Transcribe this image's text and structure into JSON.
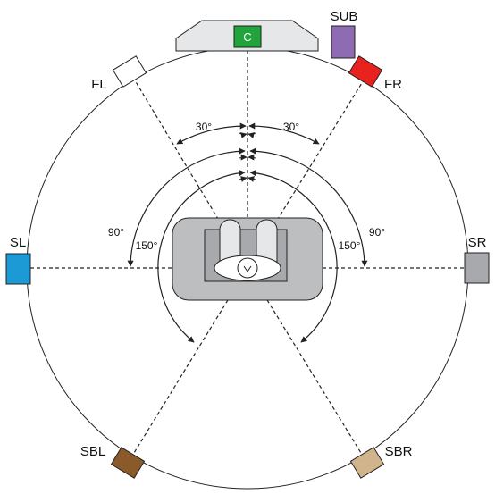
{
  "speakers": {
    "center": {
      "label": "C",
      "color": "#22a33b"
    },
    "sub": {
      "label": "SUB",
      "color": "#8f6bb3"
    },
    "front_left": {
      "label": "FL",
      "color": "#ffffff"
    },
    "front_right": {
      "label": "FR",
      "color": "#e8231f"
    },
    "surround_left": {
      "label": "SL",
      "color": "#1b9ad6"
    },
    "surround_right": {
      "label": "SR",
      "color": "#a7a9ac"
    },
    "surround_back_left": {
      "label": "SBL",
      "color": "#8b5a2b"
    },
    "surround_back_right": {
      "label": "SBR",
      "color": "#d2b48c"
    }
  },
  "angles": {
    "front_left": "30°",
    "front_right": "30°",
    "side_left": "90°",
    "side_right": "90°",
    "back_left": "150°",
    "back_right": "150°"
  },
  "colors": {
    "sofa": "#bcbec0",
    "sofa_seat": "#e6e7e8",
    "line": "#222222",
    "center_housing": "#e6e7e8"
  }
}
